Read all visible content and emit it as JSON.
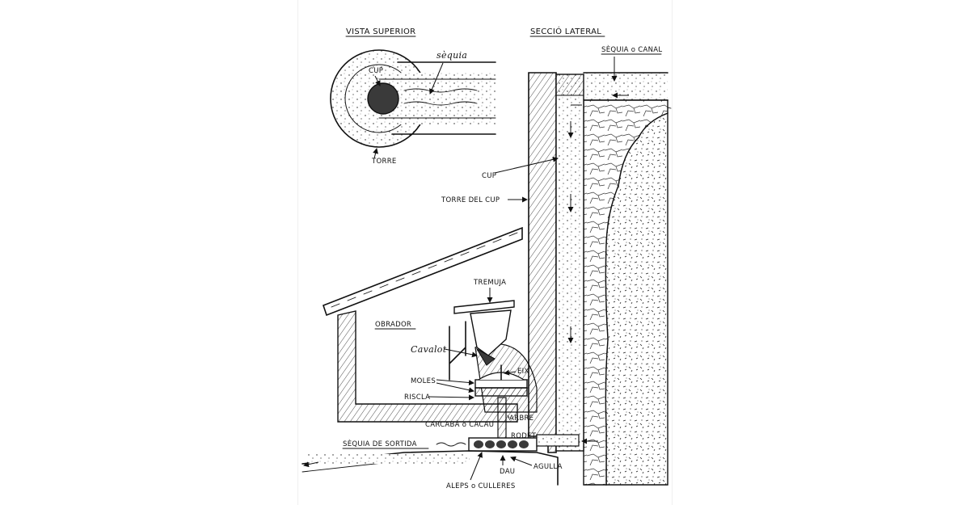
{
  "labels": {
    "top_view": "VISTA SUPERIOR",
    "side_section": "SECCIÓ LATERAL",
    "sequia": "sèquia",
    "cup_small": "CUP",
    "torre_small": "TORRE",
    "sequia_canal": "SÈQUIA o CANAL",
    "cup": "CUP",
    "torre_cup": "TORRE DEL CUP",
    "tremuja": "TREMUJA",
    "obrador": "OBRADOR",
    "cavalot": "Cavalot",
    "eix": "EIX",
    "moles": "MOLES",
    "riscla": "RISCLA",
    "carcaba": "CARCABÀ o CACAU",
    "arbre": "ARBRE",
    "rodet": "RODET",
    "sequia_sortida": "SÈQUIA DE SORTIDA",
    "dau": "DAU",
    "agulla": "AGULLA",
    "aleps": "ALEPS o CULLERES"
  },
  "colors": {
    "ink": "#111111",
    "paper": "#ffffff",
    "fill_dark": "#3a3a3a"
  }
}
